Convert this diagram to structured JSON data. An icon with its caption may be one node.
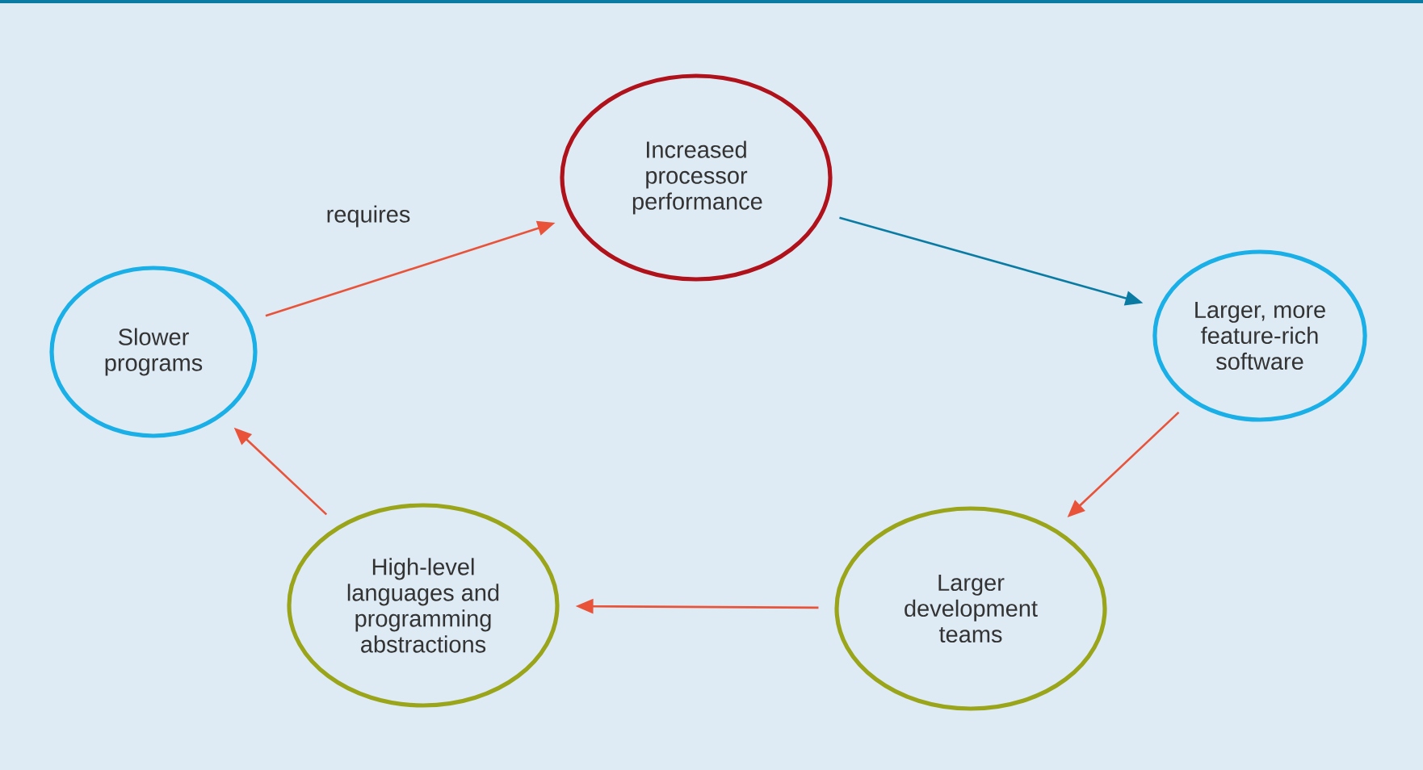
{
  "diagram": {
    "nodes": [
      {
        "text": [
          "Slower programs"
        ]
      },
      {
        "text": [
          "Increased processor performance"
        ]
      },
      {
        "text": [
          "Larger, more feature-rich software"
        ]
      },
      {
        "text": [
          "Larger development teams"
        ]
      },
      {
        "text": [
          "High-level languages and programming abstractions"
        ]
      }
    ],
    "edges": [
      {
        "from": 0,
        "to": 1,
        "arrow": "to",
        "label": "requires"
      },
      {
        "from": 1,
        "to": 2,
        "arrow": "to",
        "color": "#0a7ba3"
      },
      {
        "from": 2,
        "to": 3,
        "arrow": "to"
      },
      {
        "from": 3,
        "to": 4,
        "arrow": "to"
      },
      {
        "from": 4,
        "to": 0,
        "arrow": "to"
      }
    ]
  }
}
